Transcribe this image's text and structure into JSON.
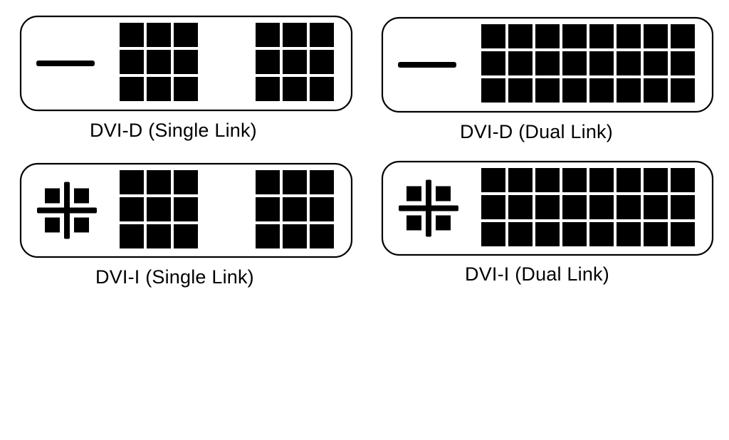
{
  "colors": {
    "ink": "#000000",
    "background": "#ffffff"
  },
  "connectors": [
    {
      "id": "dvi-d-single",
      "label": "DVI-D (Single Link)",
      "pin_blocks": 2,
      "analog_pins": false
    },
    {
      "id": "dvi-d-dual",
      "label": "DVI-D (Dual Link)",
      "pin_blocks": 1,
      "analog_pins": false
    },
    {
      "id": "dvi-i-single",
      "label": "DVI-I (Single Link)",
      "pin_blocks": 2,
      "analog_pins": true
    },
    {
      "id": "dvi-i-dual",
      "label": "DVI-I (Dual Link)",
      "pin_blocks": 1,
      "analog_pins": true
    }
  ]
}
